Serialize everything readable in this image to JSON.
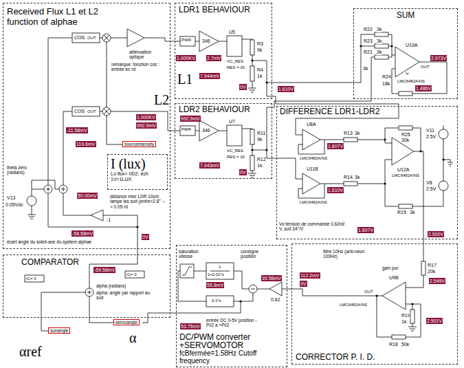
{
  "diagram": {
    "nodes": [
      {
        "text": [
          "Received Flux L1 et L2 function of alphae"
        ]
      },
      {
        "text": [
          "I (lux)",
          "Lo flux= I/D2; ech 1V=1LUX"
        ],
        "in": 0
      },
      {
        "text": [
          "LDR1 BEHAVIOUR"
        ]
      },
      {
        "text": [
          "SUM"
        ]
      },
      {
        "text": [
          "LDR2 BEHAVIOUR"
        ]
      },
      {
        "text": [
          "DIFFERENCE LDR1-LDR2"
        ]
      },
      {
        "text": [
          "COMPARATOR"
        ]
      },
      {
        "text": [
          "DC/PWM converter +SERVOMOTOR",
          "fcBfermée=1.58Hz Cutoff frequency"
        ]
      },
      {
        "text": [
          "CORRECTOR P. I. D."
        ]
      }
    ],
    "edges": [
      {
        "from": 0,
        "to": 2,
        "arrow": "none"
      },
      {
        "from": 0,
        "to": 4,
        "arrow": "none"
      },
      {
        "from": 2,
        "to": 3,
        "arrow": "none"
      },
      {
        "from": 2,
        "to": 5,
        "arrow": "none"
      },
      {
        "from": 4,
        "to": 5,
        "arrow": "none"
      },
      {
        "from": 4,
        "to": 3,
        "arrow": "none"
      },
      {
        "from": 5,
        "to": 8,
        "arrow": "none"
      },
      {
        "from": 8,
        "to": 7,
        "arrow": "none"
      },
      {
        "from": 7,
        "to": 6,
        "arrow": "none"
      },
      {
        "from": 6,
        "to": 0,
        "arrow": "none"
      }
    ],
    "labels": [
      "COS",
      "OUT",
      "COS",
      "OUT",
      "remarque: fonction cos : entrée en rd",
      "atténuation optique",
      "L1",
      "L2",
      "1.000KV",
      "1.000KV",
      "992.9mV",
      "992.9mV",
      "-11.58mV",
      "119.6mV",
      "sourceintensity",
      "theta zéro (radians)",
      "V13",
      "0.05Vdc",
      "distance inter LDR 10cm lampe les soit (entre=2.8° --> 0.05 rd",
      "50.00mV",
      "-58.58mV",
      "-1",
      "écart angle du soleil-axe du system alphae",
      "0V",
      "PWR",
      "346",
      "U5",
      "2.7mV",
      "7.944mV",
      "VC_RES",
      "RES = 1K",
      "R3",
      "9k",
      "R4",
      "1k",
      "0V",
      "PWR",
      "346",
      "U7",
      "7.943mV",
      "VC_RES",
      "RES = 1K",
      "R11",
      "9k",
      "R12",
      "1k",
      "0V",
      "R22",
      "3k",
      "R23",
      "3k",
      "R21",
      "3k",
      "R24",
      "18k",
      "U10A",
      "OUT",
      "V-",
      "LMC6482A/NS",
      "3k",
      "1.486V",
      "2.973V",
      "1.610V",
      "U8A",
      "LMC6482A/NS",
      "U11B",
      "LMC6482A/NS",
      "R25",
      "30k",
      "R13",
      "3k",
      "R14",
      "3k",
      "R15",
      "3k",
      "U12A",
      "LMC6482A/NS",
      "V11",
      "2.5V",
      "V8",
      "2.5V",
      "1.607V",
      "1.610V",
      "1.607V",
      "2.500V",
      "Vo:tension de commande 0.62rd/ V, soit 34°/V",
      "filtre 10Hz (anti-néon 100Hz)",
      "R17",
      "20k",
      "112.2mV",
      "0V",
      "gain pur",
      "U9B",
      "OUT",
      "R19",
      "1k",
      "R18",
      "50k",
      "LMC6482A/NS",
      "2.549V",
      "2.501V",
      "saturation vitesse",
      "1",
      "1+0.01*s",
      "0.1*s",
      "consigne position",
      "55.8mV",
      "entrée DC 0-5V position -Pi/2 à +Pi/2",
      "53.75mV",
      "0.62",
      "39.58mV",
      "IC= 0",
      "IC= 0",
      "-59.58mV",
      "alpha (radians)",
      "alpha: angle par rapport au sud",
      "servoangle",
      "sunangle",
      "α",
      "αref"
    ]
  }
}
